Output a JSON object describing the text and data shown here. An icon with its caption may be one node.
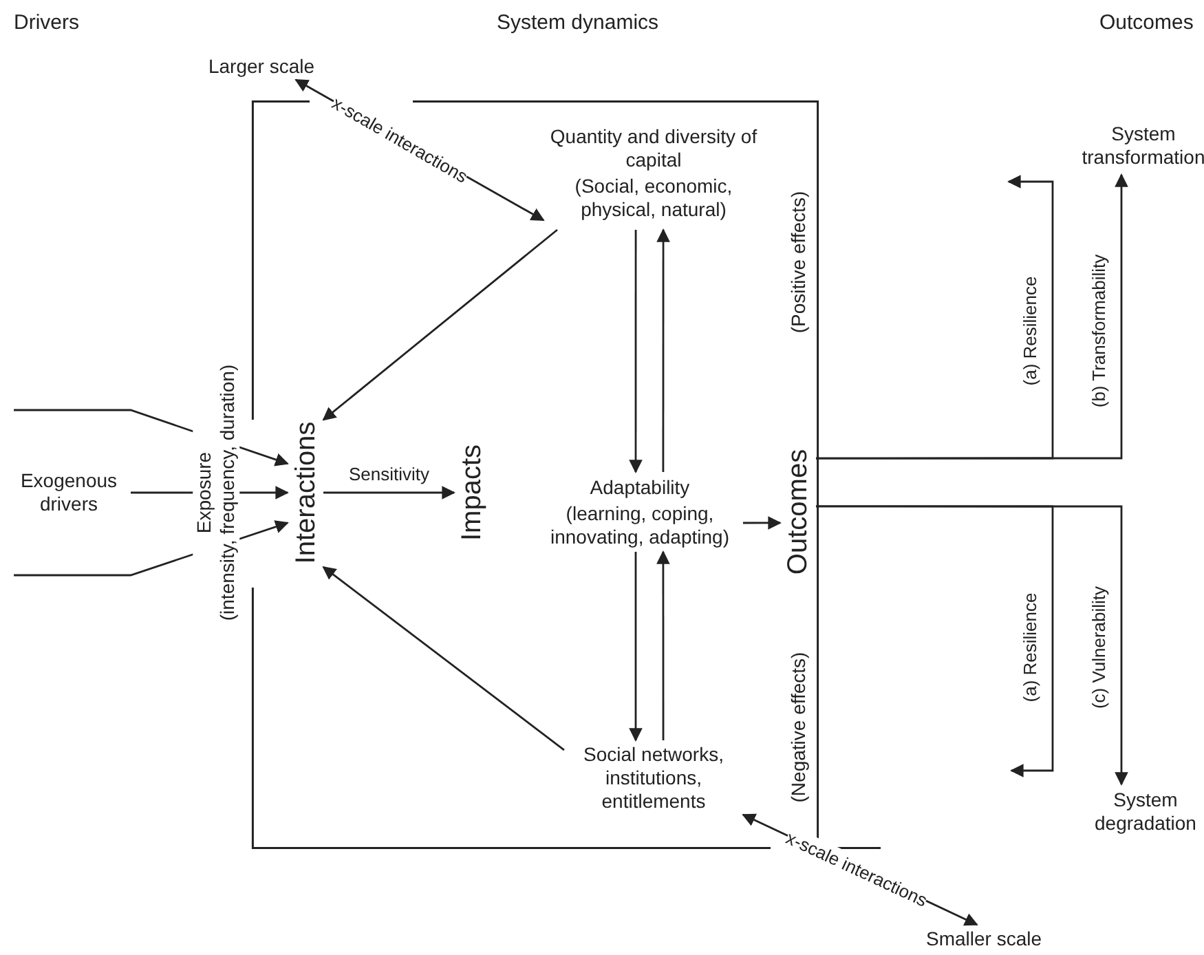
{
  "diagram": {
    "nodes": [
      {
        "text": [
          "Larger scale"
        ]
      },
      {
        "text": [],
        "shape": "box"
      },
      {
        "text": [
          "Quantity and diversity of capital",
          "(Social, economic, physical, natural)"
        ],
        "in": 1
      },
      {
        "text": [
          "Interactions"
        ],
        "in": 1
      },
      {
        "text": [
          "Impacts"
        ],
        "in": 1
      },
      {
        "text": [
          "Adaptability",
          "(learning, coping, innovating, adapting)"
        ],
        "in": 1
      },
      {
        "text": [
          "Social networks, institutions, entitlements"
        ],
        "in": 1
      },
      {
        "text": [
          "Outcomes"
        ],
        "in": 1
      },
      {
        "text": [
          "Exogenous drivers"
        ]
      },
      {
        "text": [
          "System transformation"
        ]
      },
      {
        "text": [
          "System degradation"
        ]
      },
      {
        "text": [
          "Smaller scale"
        ]
      }
    ],
    "edges": [
      {
        "from": 0,
        "to": 2,
        "arrow": "both",
        "label": "x-scale interactions"
      },
      {
        "from": 8,
        "to": 3,
        "arrow": "to"
      },
      {
        "from": 8,
        "to": 3,
        "arrow": "to"
      },
      {
        "from": 8,
        "to": 3,
        "arrow": "to"
      },
      {
        "from": 2,
        "to": 3,
        "arrow": "to"
      },
      {
        "from": 3,
        "to": 4,
        "arrow": "to",
        "label": "Sensitivity"
      },
      {
        "from": 2,
        "to": 5,
        "arrow": "to"
      },
      {
        "from": 5,
        "to": 2,
        "arrow": "to"
      },
      {
        "from": 5,
        "to": 6,
        "arrow": "to"
      },
      {
        "from": 6,
        "to": 5,
        "arrow": "to"
      },
      {
        "from": 6,
        "to": 3,
        "arrow": "to"
      },
      {
        "from": 5,
        "to": 7,
        "arrow": "to"
      },
      {
        "from": 7,
        "to": null,
        "arrow": "to",
        "label": "(a) Resilience"
      },
      {
        "from": 7,
        "to": 9,
        "arrow": "to",
        "label": "(b) Transformability"
      },
      {
        "from": 7,
        "to": null,
        "arrow": "to",
        "label": "(a) Resilience"
      },
      {
        "from": 7,
        "to": 10,
        "arrow": "to",
        "label": "(c) Vulnerability"
      },
      {
        "from": 6,
        "to": 11,
        "arrow": "both",
        "label": "x-scale interactions"
      }
    ],
    "labels": [
      "Drivers",
      "System dynamics",
      "Outcomes",
      "Exposure (intensity, frequency, duration)",
      "(Positive effects)",
      "(Negative effects)"
    ]
  }
}
